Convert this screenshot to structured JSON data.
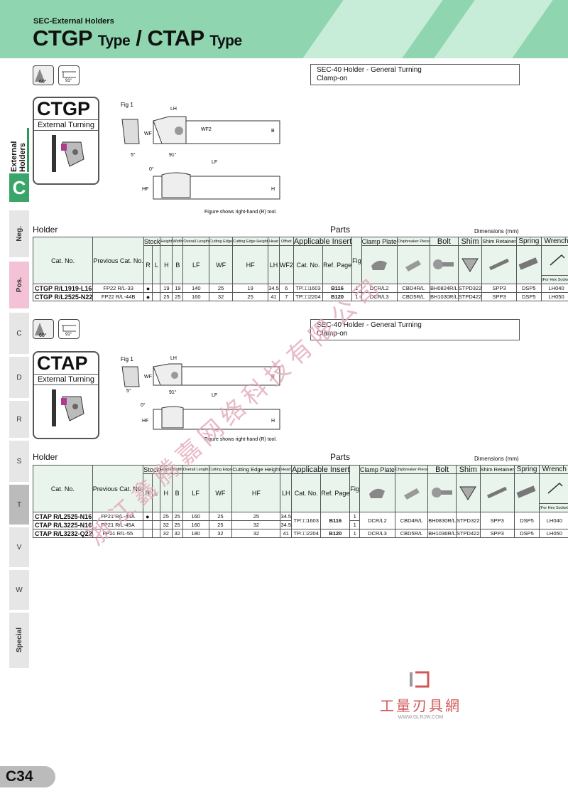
{
  "header": {
    "series": "SEC-External Holders",
    "title_a": "CTGP",
    "type_word": "Type",
    "slash": "/",
    "title_b": "CTAP"
  },
  "side_tabs": {
    "external": "External Holders",
    "c": "C",
    "neg": "Neg.",
    "pos": "Pos.",
    "shapes": [
      "C",
      "D",
      "R",
      "S",
      "T",
      "V",
      "W"
    ],
    "special": "Special"
  },
  "symbols": {
    "angle": "60°",
    "approach": "91°"
  },
  "ctgp": {
    "info_line1": "SEC-40 Holder - General Turning",
    "info_line2": "Clamp-on",
    "name": "CTGP",
    "subtitle": "External Turning",
    "fig_label": "Fig 1",
    "fig_note": "Figure shows right-hand (R) tool.",
    "dims": {
      "lh": "LH",
      "wf": "WF",
      "wf2": "WF2",
      "b": "B",
      "lf": "LF",
      "hf": "HF",
      "h": "H",
      "a91": "91°",
      "a5": "5°",
      "a0": "0°"
    },
    "holder_label": "Holder",
    "parts_label": "Parts",
    "dim_unit": "Dimensions (mm)"
  },
  "ctap": {
    "info_line1": "SEC-40 Holder - General Turning",
    "info_line2": "Clamp-on",
    "name": "CTAP",
    "subtitle": "External Turning",
    "fig_label": "Fig 1",
    "fig_note": "Figure shows right-hand (R) tool.",
    "dims": {
      "lh": "LH",
      "wf": "WF",
      "b": "B",
      "lf": "LF",
      "hf": "HF",
      "h": "H",
      "a91": "91°",
      "a5": "5°",
      "a0": "0°"
    },
    "holder_label": "Holder",
    "parts_label": "Parts",
    "dim_unit": "Dimensions (mm)"
  },
  "cols": {
    "cat_no": "Cat. No.",
    "previous": "Previous Cat. No.",
    "stock": "Stock",
    "r": "R",
    "l": "L",
    "height": "Height",
    "width": "Width",
    "overall": "Overall Length",
    "cutting_edge": "Cutting Edge",
    "cutting_edge_height": "Cutting Edge Height",
    "cutting_edge_height_b": "Cutting Edge Height",
    "head": "Head",
    "offset": "Offset",
    "h": "H",
    "b": "B",
    "lf": "LF",
    "wf": "WF",
    "hf": "HF",
    "lh": "LH",
    "wf2": "WF2",
    "applicable_insert": "Applicable Insert",
    "ref_page": "Ref. Page",
    "fig": "Fig",
    "clamp": "Clamp Plate",
    "chip": "Chipbreaker Piece",
    "bolt": "Bolt",
    "shim": "Shim",
    "shim_ret": "Shim Retainer",
    "spring": "Spring",
    "wrench": "Wrench",
    "hex_note": "(For Hex Socket)"
  },
  "ctgp_rows": [
    {
      "cat": "CTGP R/L1919-L16",
      "prev": "FP22 R/L-33",
      "h": "19",
      "b": "19",
      "lf": "140",
      "wf": "25",
      "hf": "19",
      "lh": "34.5",
      "wf2": "6",
      "insert": "TP□□1603",
      "page": "B116",
      "fig": "1",
      "clamp": "DCR/L2",
      "chip": "CBD4R/L",
      "bolt": "BH0824R/L",
      "shim": "STPD322",
      "ret": "SPP3",
      "spring": "DSP5",
      "wrench": "LH040"
    },
    {
      "cat": "CTGP R/L2525-N22",
      "prev": "FP22 R/L-44B",
      "h": "25",
      "b": "25",
      "lf": "160",
      "wf": "32",
      "hf": "25",
      "lh": "41",
      "wf2": "7",
      "insert": "TP□□2204",
      "page": "B120",
      "fig": "1",
      "clamp": "DCR/L3",
      "chip": "CBD5R/L",
      "bolt": "BH1030R/L",
      "shim": "STPD422",
      "ret": "SPP3",
      "spring": "DSP5",
      "wrench": "LH050"
    }
  ],
  "ctap_rows": [
    {
      "cat": "CTAP R/L2525-N16",
      "prev": "FP21 R/L-44A",
      "h": "25",
      "b": "25",
      "lf": "160",
      "wf": "25",
      "hf": "25",
      "lh": "34.5",
      "fig": "1"
    },
    {
      "cat": "CTAP R/L3225-N16",
      "prev": "FP21 R/L-45A",
      "h": "32",
      "b": "25",
      "lf": "160",
      "wf": "25",
      "hf": "32",
      "lh": "34.5",
      "fig": "1"
    },
    {
      "cat": "CTAP R/L3232-Q22",
      "prev": "FP21 R/L-55",
      "h": "32",
      "b": "32",
      "lf": "180",
      "wf": "32",
      "hf": "32",
      "lh": "41",
      "insert": "TP□□2204",
      "page": "B120",
      "fig": "1",
      "clamp": "DCR/L3",
      "chip": "CBD5R/L",
      "bolt": "BH1036R/L",
      "shim": "STPD422",
      "ret": "SPP3",
      "spring": "DSP5",
      "wrench": "LH050"
    }
  ],
  "ctap_group": {
    "insert": "TP□□1603",
    "page": "B116",
    "clamp": "DCR/L2",
    "chip": "CBD4R/L",
    "bolt": "BH0830R/L",
    "shim": "STPD322",
    "ret": "SPP3",
    "spring": "DSP5",
    "wrench": "LH040"
  },
  "watermark": "浙江鑫腾嘉网络科技有限公司",
  "logo": {
    "cn": "工量刃具網",
    "url": "WWW.GLRJW.COM"
  },
  "page_number": "C34"
}
